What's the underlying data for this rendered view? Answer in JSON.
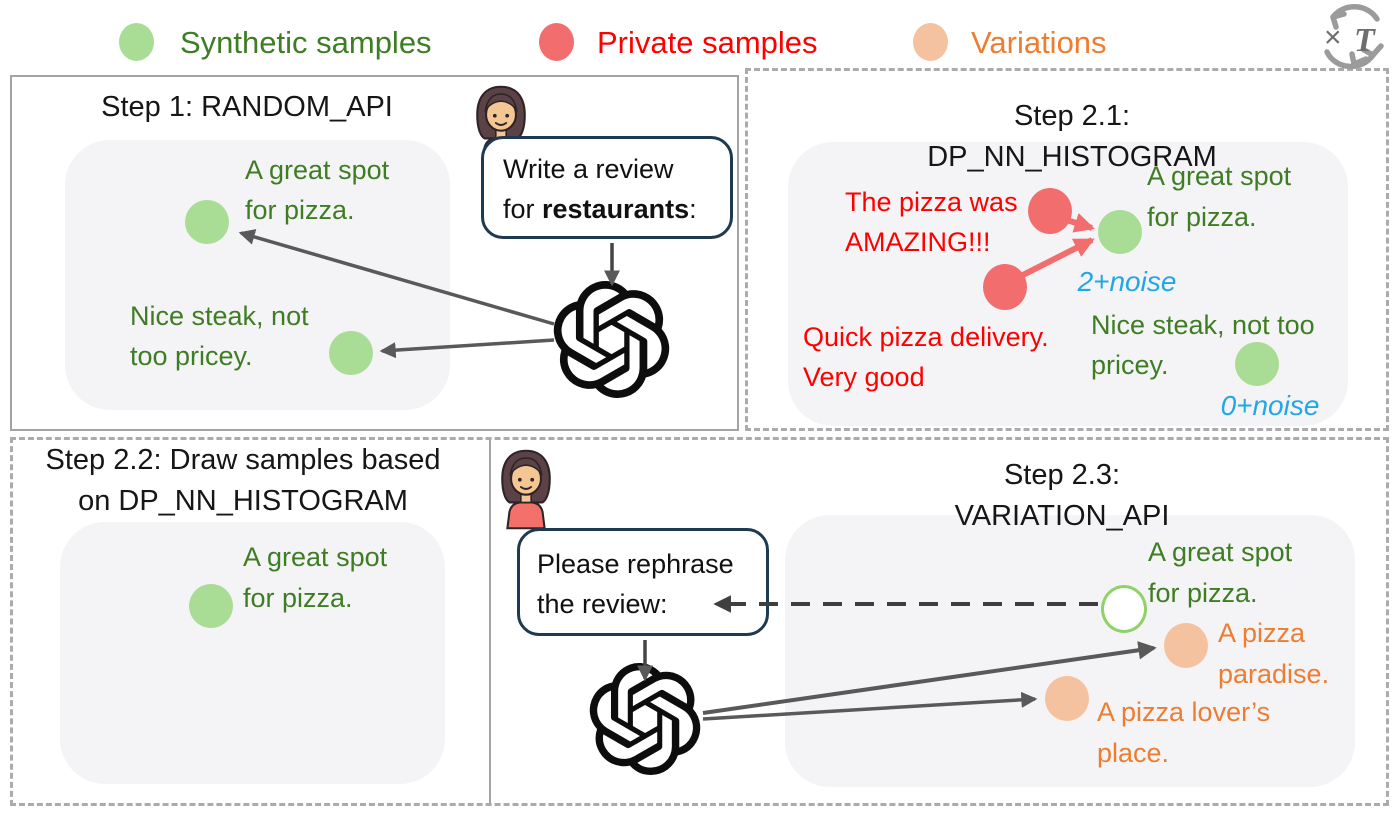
{
  "legend": {
    "items": [
      {
        "label": "Synthetic samples"
      },
      {
        "label": "Private samples"
      },
      {
        "label": "Variations"
      }
    ],
    "repeat_icon": {
      "times_symbol": "×",
      "t_symbol": "T"
    }
  },
  "panels": {
    "step1": {
      "title": "Step 1: RANDOM_API",
      "prompt": {
        "line1": "Write a review",
        "line2_pre": "for ",
        "line2_bold": "restaurants",
        "line2_post": ":"
      },
      "samples": [
        {
          "text": "A great spot\nfor pizza."
        },
        {
          "text": "Nice steak, not\ntoo pricey."
        }
      ]
    },
    "step21": {
      "title": "Step 2.1: DP_NN_HISTOGRAM",
      "private_samples": [
        {
          "text": "The pizza was\nAMAZING!!!"
        },
        {
          "text": "Quick pizza delivery.\nVery good"
        }
      ],
      "synthetic_samples": [
        {
          "text": "A great spot\nfor pizza.",
          "count": "2+noise"
        },
        {
          "text": "Nice steak, not too\npricey.",
          "count": "0+noise"
        }
      ]
    },
    "step22": {
      "title": "Step 2.2: Draw samples based\non DP_NN_HISTOGRAM",
      "samples": [
        {
          "text": "A great spot\nfor pizza."
        }
      ]
    },
    "step23": {
      "title": "Step 2.3: VARIATION_API",
      "prompt": "Please rephrase\nthe review:",
      "source_sample": {
        "text": "A great spot\nfor pizza."
      },
      "variations": [
        {
          "text": "A pizza\nparadise."
        },
        {
          "text": "A pizza lover’s\nplace."
        }
      ]
    }
  },
  "colors": {
    "synthetic_fill": "#A9DC94",
    "synthetic_text": "#3E7D23",
    "private_fill": "#F26D6D",
    "private_text": "#FF0000",
    "variation_fill": "#F5C2A0",
    "variation_text": "#ED7D31",
    "noise_text": "#22A7E5",
    "bubble_border": "#1E3A50",
    "arrow_gray": "#595959",
    "arrow_red": "#F26D6D",
    "panel_border": "#ABABAB",
    "panel_fill": "#F4F4F6"
  }
}
